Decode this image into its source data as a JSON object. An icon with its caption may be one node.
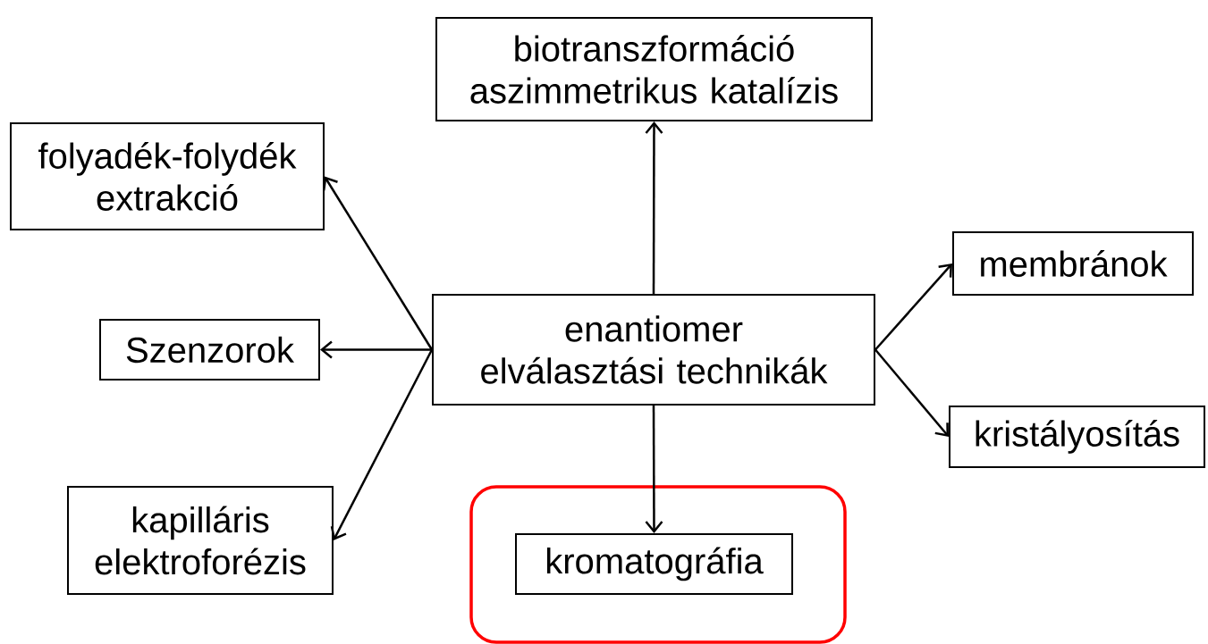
{
  "diagram": {
    "nodes": [
      {
        "text": [
          "biotranszformáció aszimmetrikus katalízis"
        ]
      },
      {
        "text": [
          "folyadék-folydék extrakció"
        ]
      },
      {
        "text": [
          "enantiomer elválasztási technikák"
        ]
      },
      {
        "text": [
          "membránok"
        ]
      },
      {
        "text": [
          "Szenzorok"
        ]
      },
      {
        "text": [
          "kristályosítás"
        ]
      },
      {
        "text": [
          "kapilláris elektroforézis"
        ]
      },
      {
        "text": [],
        "shape": "box"
      },
      {
        "text": [
          "kromatográfia"
        ],
        "in": 7
      }
    ],
    "edges": [
      {
        "from": 2,
        "to": 0,
        "arrow": "to"
      },
      {
        "from": 2,
        "to": 1,
        "arrow": "to"
      },
      {
        "from": 2,
        "to": 4,
        "arrow": "to"
      },
      {
        "from": 2,
        "to": 6,
        "arrow": "to"
      },
      {
        "from": 2,
        "to": 3,
        "arrow": "to"
      },
      {
        "from": 2,
        "to": 5,
        "arrow": "to"
      },
      {
        "from": 2,
        "to": 8,
        "arrow": "to"
      }
    ]
  }
}
